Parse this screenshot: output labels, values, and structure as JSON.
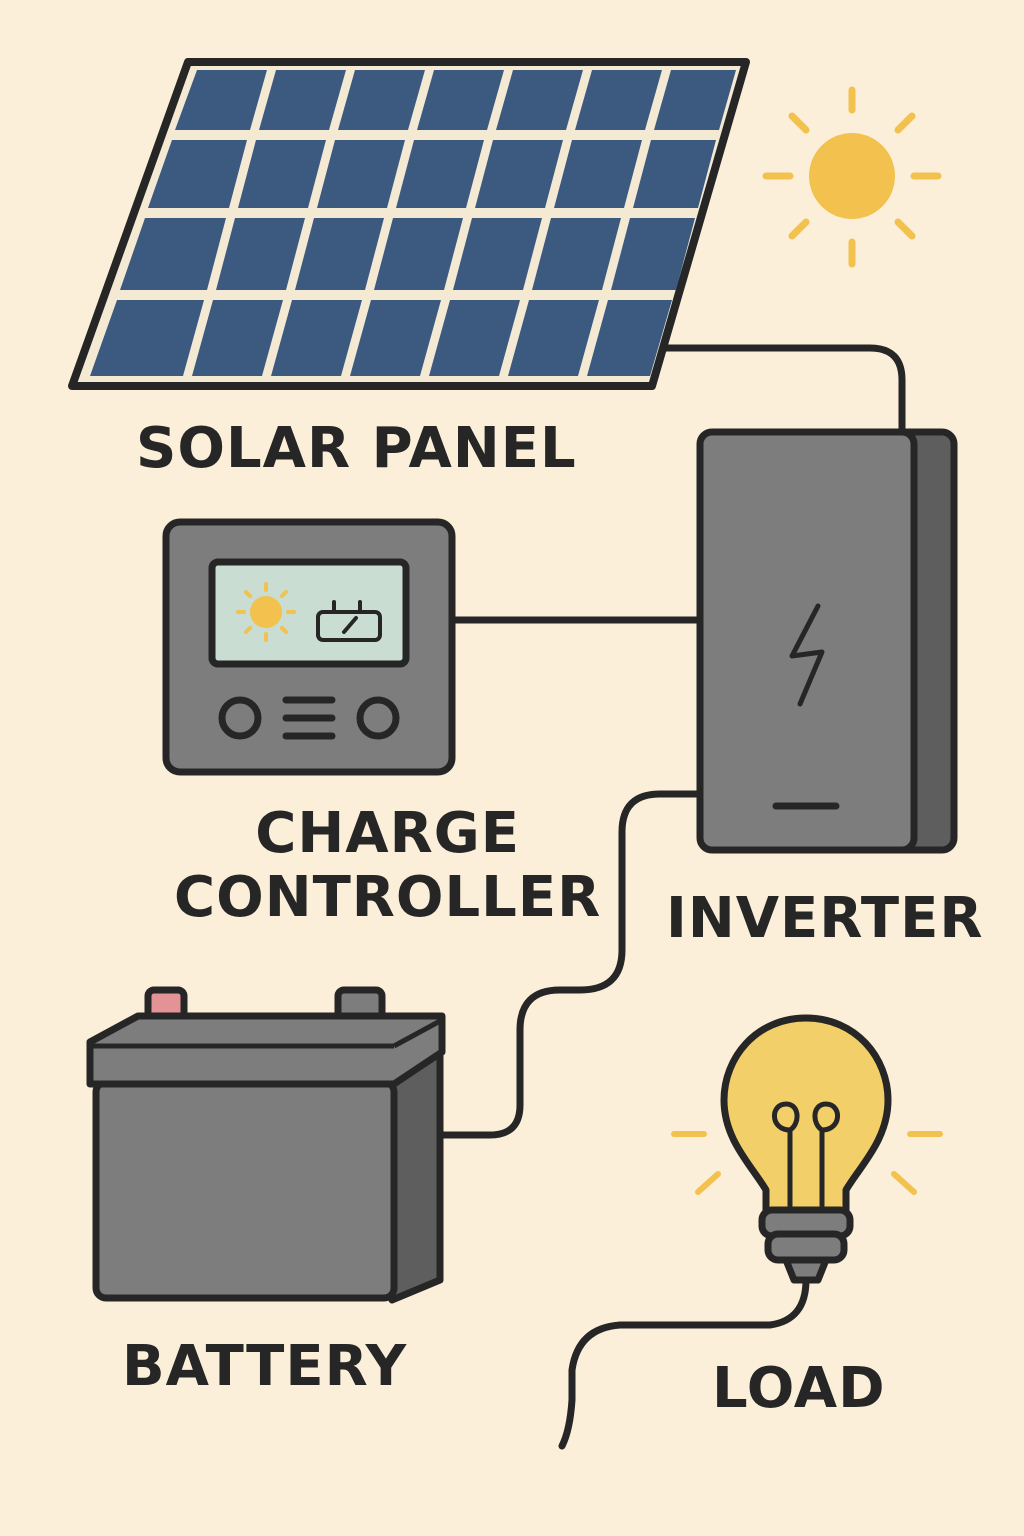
{
  "labels": {
    "solar_panel": "SOLAR PANEL",
    "charge_controller_line1": "CHARGE",
    "charge_controller_line2": "CONTROLLER",
    "inverter": "INVERTER",
    "battery": "BATTERY",
    "load": "LOAD"
  },
  "colors": {
    "background": "#fbefd9",
    "outline": "#262626",
    "panel_cell": "#3c5a80",
    "panel_grid": "#f4ead4",
    "device_body": "#7d7d7d",
    "device_side": "#5e5e5e",
    "screen": "#c9ddd3",
    "sun": "#f2c14e",
    "bulb_glass": "#f3cf6a",
    "battery_terminal_positive": "#e39296"
  },
  "icons": [
    "sun-icon",
    "lightning-bolt-icon",
    "battery-icon",
    "light-bulb-icon"
  ]
}
